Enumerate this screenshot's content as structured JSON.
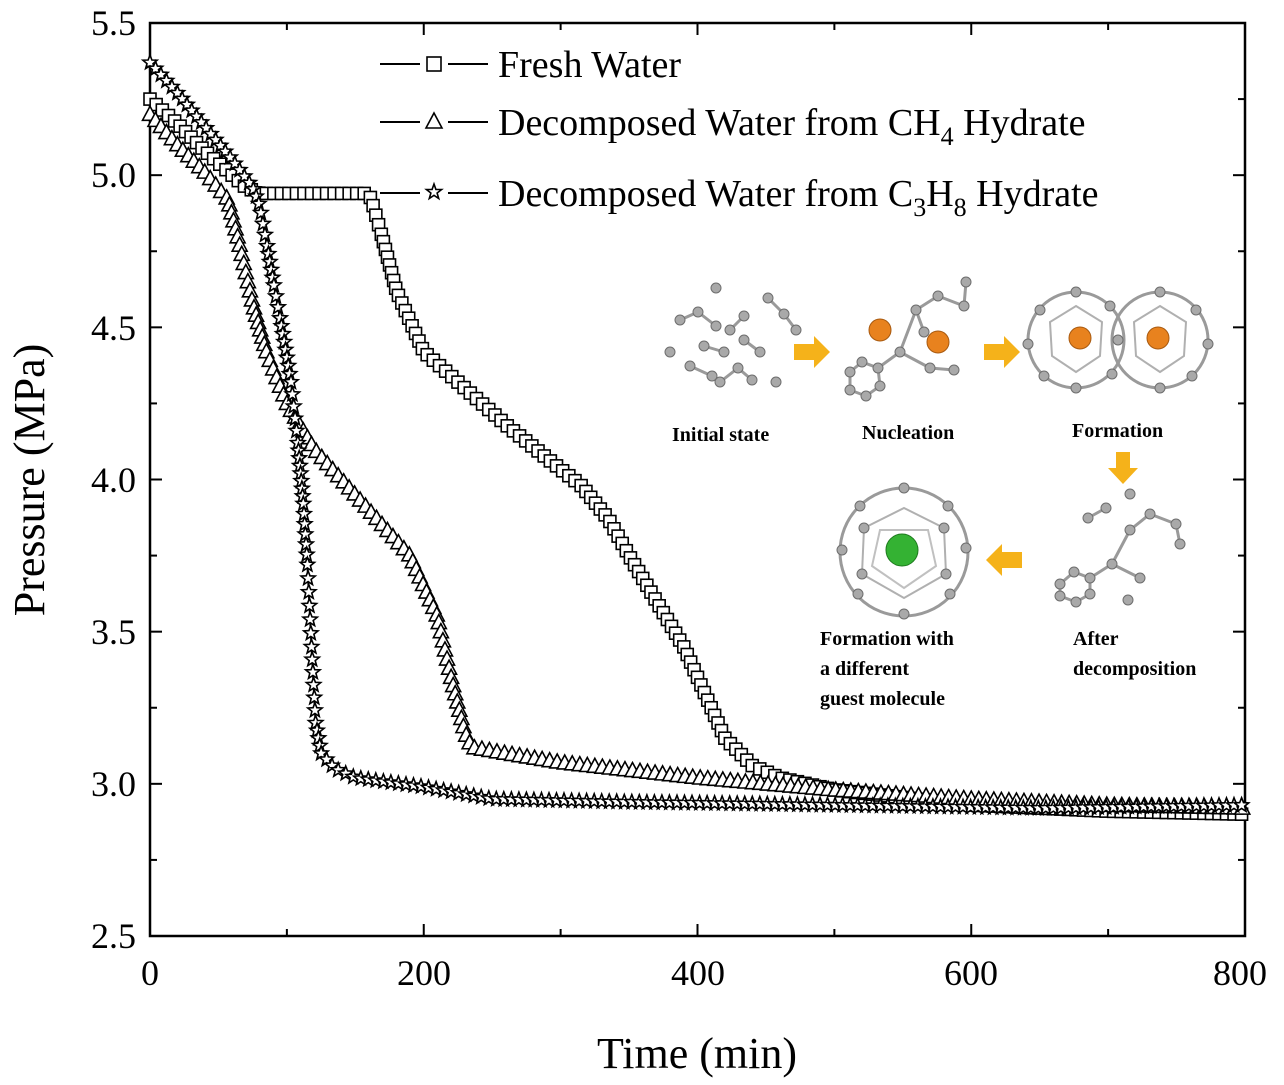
{
  "chart_data": {
    "type": "scatter",
    "title": "",
    "xlabel": "Time (min)",
    "ylabel": "Pressure (MPa)",
    "xlim": [
      0,
      800
    ],
    "ylim": [
      2.5,
      5.5
    ],
    "x_ticks": [
      "0",
      "200",
      "400",
      "600",
      "800"
    ],
    "y_ticks": [
      "2.5",
      "3.0",
      "3.5",
      "4.0",
      "4.5",
      "5.0",
      "5.5"
    ],
    "grid": false,
    "legend_position": "top-right",
    "series": [
      {
        "name": "Fresh Water",
        "marker": "square",
        "points": [
          [
            0,
            5.25
          ],
          [
            20,
            5.17
          ],
          [
            40,
            5.08
          ],
          [
            60,
            5.0
          ],
          [
            70,
            4.96
          ],
          [
            80,
            4.94
          ],
          [
            100,
            4.94
          ],
          [
            130,
            4.94
          ],
          [
            160,
            4.94
          ],
          [
            163,
            4.9
          ],
          [
            170,
            4.79
          ],
          [
            180,
            4.62
          ],
          [
            200,
            4.42
          ],
          [
            230,
            4.3
          ],
          [
            260,
            4.18
          ],
          [
            290,
            4.07
          ],
          [
            315,
            3.98
          ],
          [
            335,
            3.87
          ],
          [
            350,
            3.75
          ],
          [
            370,
            3.6
          ],
          [
            390,
            3.45
          ],
          [
            405,
            3.3
          ],
          [
            420,
            3.15
          ],
          [
            440,
            3.06
          ],
          [
            460,
            3.02
          ],
          [
            500,
            2.98
          ],
          [
            600,
            2.93
          ],
          [
            700,
            2.91
          ],
          [
            800,
            2.9
          ]
        ]
      },
      {
        "name": "Decomposed Water from CH",
        "marker": "triangle",
        "points": [
          [
            0,
            5.2
          ],
          [
            20,
            5.1
          ],
          [
            40,
            5.01
          ],
          [
            57,
            4.92
          ],
          [
            65,
            4.78
          ],
          [
            75,
            4.58
          ],
          [
            85,
            4.42
          ],
          [
            100,
            4.25
          ],
          [
            120,
            4.1
          ],
          [
            140,
            4.0
          ],
          [
            160,
            3.9
          ],
          [
            190,
            3.75
          ],
          [
            210,
            3.55
          ],
          [
            220,
            3.35
          ],
          [
            230,
            3.17
          ],
          [
            235,
            3.12
          ],
          [
            260,
            3.1
          ],
          [
            300,
            3.07
          ],
          [
            400,
            3.02
          ],
          [
            500,
            2.98
          ],
          [
            600,
            2.95
          ],
          [
            700,
            2.93
          ],
          [
            800,
            2.92
          ]
        ]
      },
      {
        "name": "Decomposed Water from C",
        "marker": "star",
        "points": [
          [
            0,
            5.37
          ],
          [
            20,
            5.27
          ],
          [
            40,
            5.16
          ],
          [
            60,
            5.05
          ],
          [
            75,
            4.96
          ],
          [
            80,
            4.9
          ],
          [
            85,
            4.78
          ],
          [
            90,
            4.65
          ],
          [
            95,
            4.53
          ],
          [
            100,
            4.4
          ],
          [
            103,
            4.32
          ],
          [
            108,
            4.12
          ],
          [
            112,
            3.92
          ],
          [
            115,
            3.72
          ],
          [
            118,
            3.45
          ],
          [
            121,
            3.2
          ],
          [
            125,
            3.1
          ],
          [
            135,
            3.05
          ],
          [
            150,
            3.02
          ],
          [
            200,
            2.99
          ],
          [
            250,
            2.95
          ],
          [
            350,
            2.94
          ],
          [
            500,
            2.93
          ],
          [
            650,
            2.92
          ],
          [
            800,
            2.93
          ]
        ]
      }
    ]
  },
  "legend": {
    "fresh": "Fresh Water",
    "ch4_prefix": "Decomposed Water from CH",
    "ch4_sub": "4",
    "ch4_suffix": " Hydrate",
    "c3h8_prefix": "Decomposed Water from C",
    "c3h8_sub1": "3",
    "c3h8_mid": "H",
    "c3h8_sub2": "8",
    "c3h8_suffix": " Hydrate"
  },
  "inset": {
    "initial_state": "Initial state",
    "nucleation": "Nucleation",
    "formation": "Formation",
    "after_1": "After",
    "after_2": "decomposition",
    "diff_1": "Formation with",
    "diff_2": "a different",
    "diff_3": "guest molecule",
    "colors": {
      "guest_orange": "#e8821e",
      "guest_green": "#34b233",
      "arrow": "#f5b21a",
      "atom": "#a9a9a9"
    }
  }
}
